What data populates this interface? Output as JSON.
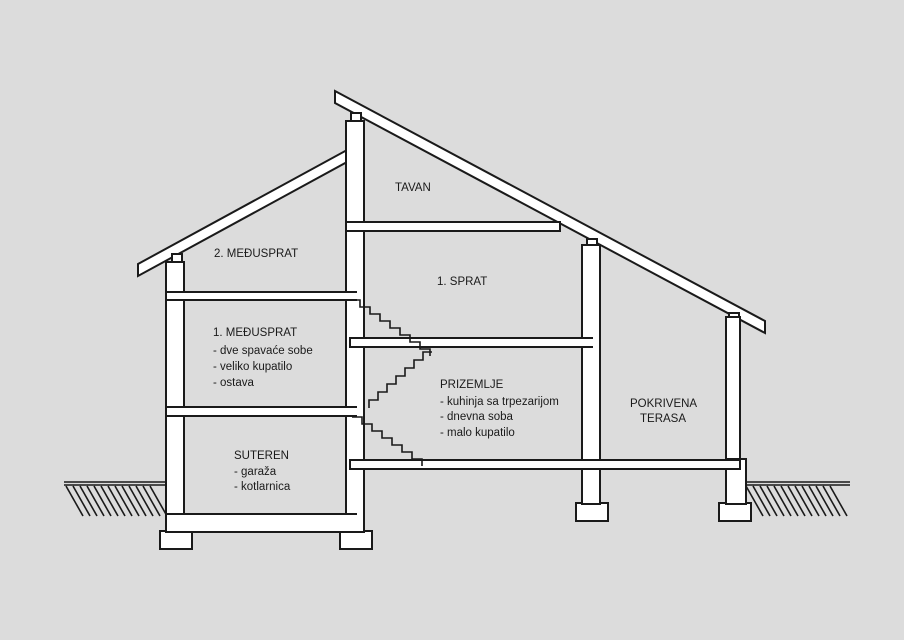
{
  "rooms": {
    "tavan": {
      "title": "TAVAN"
    },
    "drugi_medusprat": {
      "title": "2. MEĐUSPRAT"
    },
    "prvi_sprat": {
      "title": "1. SPRAT"
    },
    "prvi_medusprat": {
      "title": "1. MEĐUSPRAT",
      "items": [
        "- dve spavaće sobe",
        "- veliko kupatilo",
        "- ostava"
      ]
    },
    "prizemlje": {
      "title": "PRIZEMLJE",
      "items": [
        "- kuhinja sa trpezarijom",
        "- dnevna soba",
        "- malo kupatilo"
      ]
    },
    "pokrivena_terasa": {
      "title_lines": [
        "POKRIVENA",
        "TERASA"
      ]
    },
    "suteren": {
      "title": "SUTEREN",
      "items": [
        "- garaža",
        "- kotlarnica"
      ]
    }
  },
  "colors": {
    "background": "#dcdcdc",
    "structure_fill": "#ffffff",
    "outline": "#1a1a1a"
  }
}
